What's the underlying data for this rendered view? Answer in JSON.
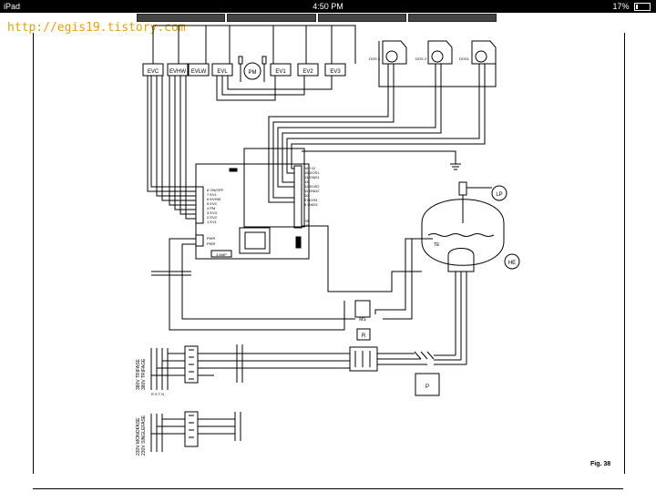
{
  "statusbar": {
    "device": "iPad",
    "time": "4:50 PM",
    "battery": "17%",
    "battery_level": 0.17
  },
  "watermark": "http://egis19.tistory.com",
  "components": {
    "evc": "EVC",
    "evhw": "EVHW",
    "evlw": "EVLW",
    "evl": "EVL",
    "pm": "PM",
    "ev1": "EV1",
    "ev2": "EV2",
    "ev3": "EV3",
    "lp": "LP",
    "he": "HE",
    "te": "TE",
    "ms": "MS",
    "r": "R",
    "p": "P",
    "dos3": "DOS 3",
    "dos2": "DOS 2",
    "dos1": "DOS1"
  },
  "board": {
    "left_pins": [
      "8 ON/OFF",
      "7 EVL",
      "6 EVHW",
      "5 EVC",
      "4 PM",
      "",
      "3 EV3",
      "2 EV2",
      "1 EV1"
    ],
    "pwr": [
      "PWR",
      "PWR"
    ],
    "right_pins": [
      "16 +12",
      "15 DOS1",
      "14 GND1",
      "13",
      "12 DOS2",
      "11 GND2",
      "10",
      "9 DOS3",
      "8 GND3"
    ],
    "right_bottom": [
      "+B",
      "LP"
    ],
    "fuse": "3 AMP"
  },
  "supply": {
    "three_phase": [
      "380V TRIFASE",
      "380V TRIFAGE"
    ],
    "three_phase_terminals": "R S T N",
    "single_phase": [
      "230V MONOFASE",
      "230V SINGLEFASE"
    ]
  },
  "figure_label": "Fig. 38"
}
